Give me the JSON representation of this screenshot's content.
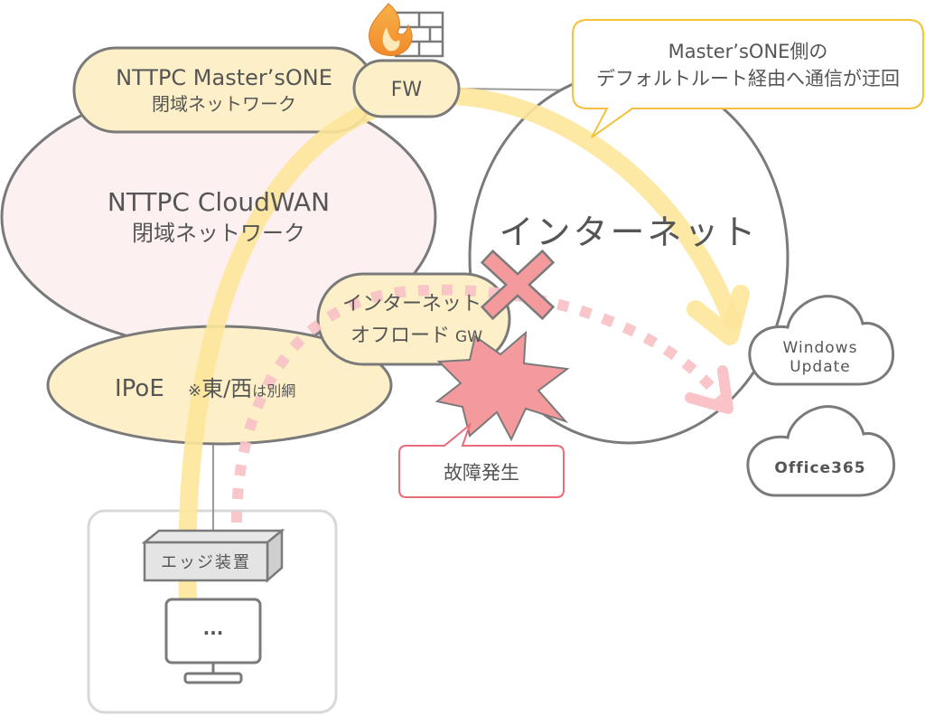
{
  "master_one": {
    "line1": "NTTPC  Master’sONE",
    "line2": "閉域ネットワーク"
  },
  "fw": {
    "label": "FW"
  },
  "cloudwan": {
    "line1": "NTTPC  CloudWAN",
    "line2": "閉域ネットワーク"
  },
  "internet": {
    "label": "インターネット"
  },
  "offload_gw": {
    "line1": "インターネット",
    "line2_main": "オフロード",
    "line2_small": "GW"
  },
  "ipoe": {
    "label": "IPoE",
    "note_prefix": "※",
    "note_big": "東/西",
    "note_small": "は別網"
  },
  "callout_top": {
    "line1": "Master’sONE側の",
    "line2": "デフォルトルート経由へ通信が迂回"
  },
  "callout_fault": {
    "label": "故障発生"
  },
  "edge_device": {
    "label": "エッジ装置"
  },
  "pc": {
    "label": "..."
  },
  "windows_update": {
    "line1": "Windows",
    "line2": "Update"
  },
  "office365": {
    "label": "Office365"
  },
  "colors": {
    "pink_fill": "#fdf0f1",
    "cream_fill": "#fdefc7",
    "yellow_path": "#fde59a",
    "pink_path": "#f9c3c7",
    "outline_gray": "#7a7a7a",
    "callout_yellow": "#f3c23a",
    "callout_red": "#ea6b7a",
    "fault_red": "#f49a9c"
  }
}
